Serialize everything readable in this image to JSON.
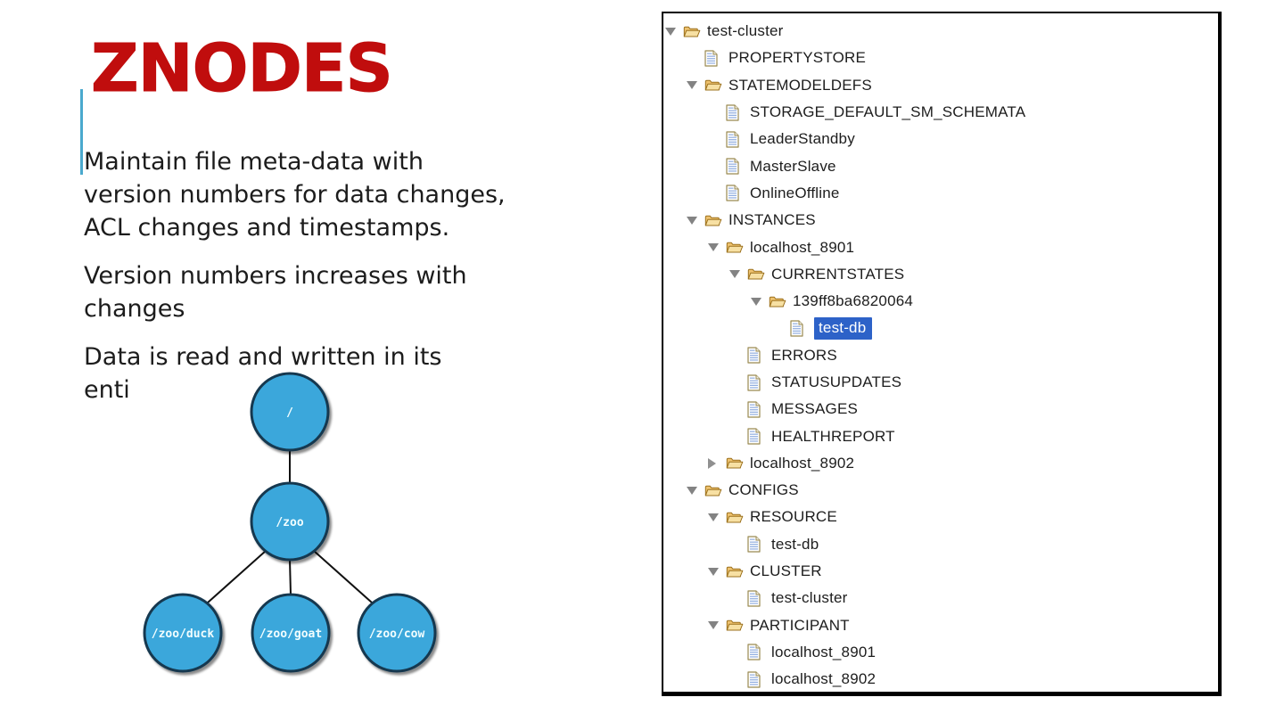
{
  "slide": {
    "title": "ZNODES",
    "paragraphs": [
      {
        "lines": [
          "Maintain file meta-data with",
          "version numbers for data changes,",
          "ACL changes and timestamps."
        ]
      },
      {
        "lines": [
          "Version numbers increases with",
          "changes"
        ]
      },
      {
        "lines": [
          "Data is read and written in its",
          "enti"
        ]
      }
    ]
  },
  "diagram": {
    "nodes": [
      {
        "id": "root",
        "label": "/"
      },
      {
        "id": "zoo",
        "label": "/zoo"
      },
      {
        "id": "duck",
        "label": "/zoo/duck"
      },
      {
        "id": "goat",
        "label": "/zoo/goat"
      },
      {
        "id": "cow",
        "label": "/zoo/cow"
      }
    ]
  },
  "tree": {
    "rows": [
      {
        "label": "test-cluster",
        "level": 0,
        "type": "folder",
        "state": "expanded",
        "selected": false
      },
      {
        "label": "PROPERTYSTORE",
        "level": 1,
        "type": "file",
        "state": "none",
        "selected": false
      },
      {
        "label": "STATEMODELDEFS",
        "level": 1,
        "type": "folder",
        "state": "expanded",
        "selected": false
      },
      {
        "label": "STORAGE_DEFAULT_SM_SCHEMATA",
        "level": 2,
        "type": "file",
        "state": "none",
        "selected": false
      },
      {
        "label": "LeaderStandby",
        "level": 2,
        "type": "file",
        "state": "none",
        "selected": false
      },
      {
        "label": "MasterSlave",
        "level": 2,
        "type": "file",
        "state": "none",
        "selected": false
      },
      {
        "label": "OnlineOffline",
        "level": 2,
        "type": "file",
        "state": "none",
        "selected": false
      },
      {
        "label": "INSTANCES",
        "level": 1,
        "type": "folder",
        "state": "expanded",
        "selected": false
      },
      {
        "label": "localhost_8901",
        "level": 2,
        "type": "folder",
        "state": "expanded",
        "selected": false
      },
      {
        "label": "CURRENTSTATES",
        "level": 3,
        "type": "folder",
        "state": "expanded",
        "selected": false
      },
      {
        "label": "139ff8ba6820064",
        "level": 4,
        "type": "folder",
        "state": "expanded",
        "selected": false
      },
      {
        "label": "test-db",
        "level": 5,
        "type": "file",
        "state": "none",
        "selected": true
      },
      {
        "label": "ERRORS",
        "level": 3,
        "type": "file",
        "state": "none",
        "selected": false
      },
      {
        "label": "STATUSUPDATES",
        "level": 3,
        "type": "file",
        "state": "none",
        "selected": false
      },
      {
        "label": "MESSAGES",
        "level": 3,
        "type": "file",
        "state": "none",
        "selected": false
      },
      {
        "label": "HEALTHREPORT",
        "level": 3,
        "type": "file",
        "state": "none",
        "selected": false
      },
      {
        "label": "localhost_8902",
        "level": 2,
        "type": "folder",
        "state": "collapsed",
        "selected": false
      },
      {
        "label": "CONFIGS",
        "level": 1,
        "type": "folder",
        "state": "expanded",
        "selected": false
      },
      {
        "label": "RESOURCE",
        "level": 2,
        "type": "folder",
        "state": "expanded",
        "selected": false
      },
      {
        "label": "test-db",
        "level": 3,
        "type": "file",
        "state": "none",
        "selected": false
      },
      {
        "label": "CLUSTER",
        "level": 2,
        "type": "folder",
        "state": "expanded",
        "selected": false
      },
      {
        "label": "test-cluster",
        "level": 3,
        "type": "file",
        "state": "none",
        "selected": false
      },
      {
        "label": "PARTICIPANT",
        "level": 2,
        "type": "folder",
        "state": "expanded",
        "selected": false
      },
      {
        "label": "localhost_8901",
        "level": 3,
        "type": "file",
        "state": "none",
        "selected": false
      },
      {
        "label": "localhost_8902",
        "level": 3,
        "type": "file",
        "state": "none",
        "selected": false
      }
    ]
  },
  "theme": {
    "title_red": "#c00d0d",
    "accent_blue": "#4aa9ce",
    "text_dark": "#1c1c1c",
    "node_blue": "#3aa7db",
    "node_border": "#14384f",
    "selection_blue": "#2d62c8",
    "selection_text": "#ffffff",
    "folder_fill": "#eec26f",
    "folder_outline": "#9b701c",
    "file_line_blue": "#85a5dc",
    "triangle_gray": "#838383"
  }
}
